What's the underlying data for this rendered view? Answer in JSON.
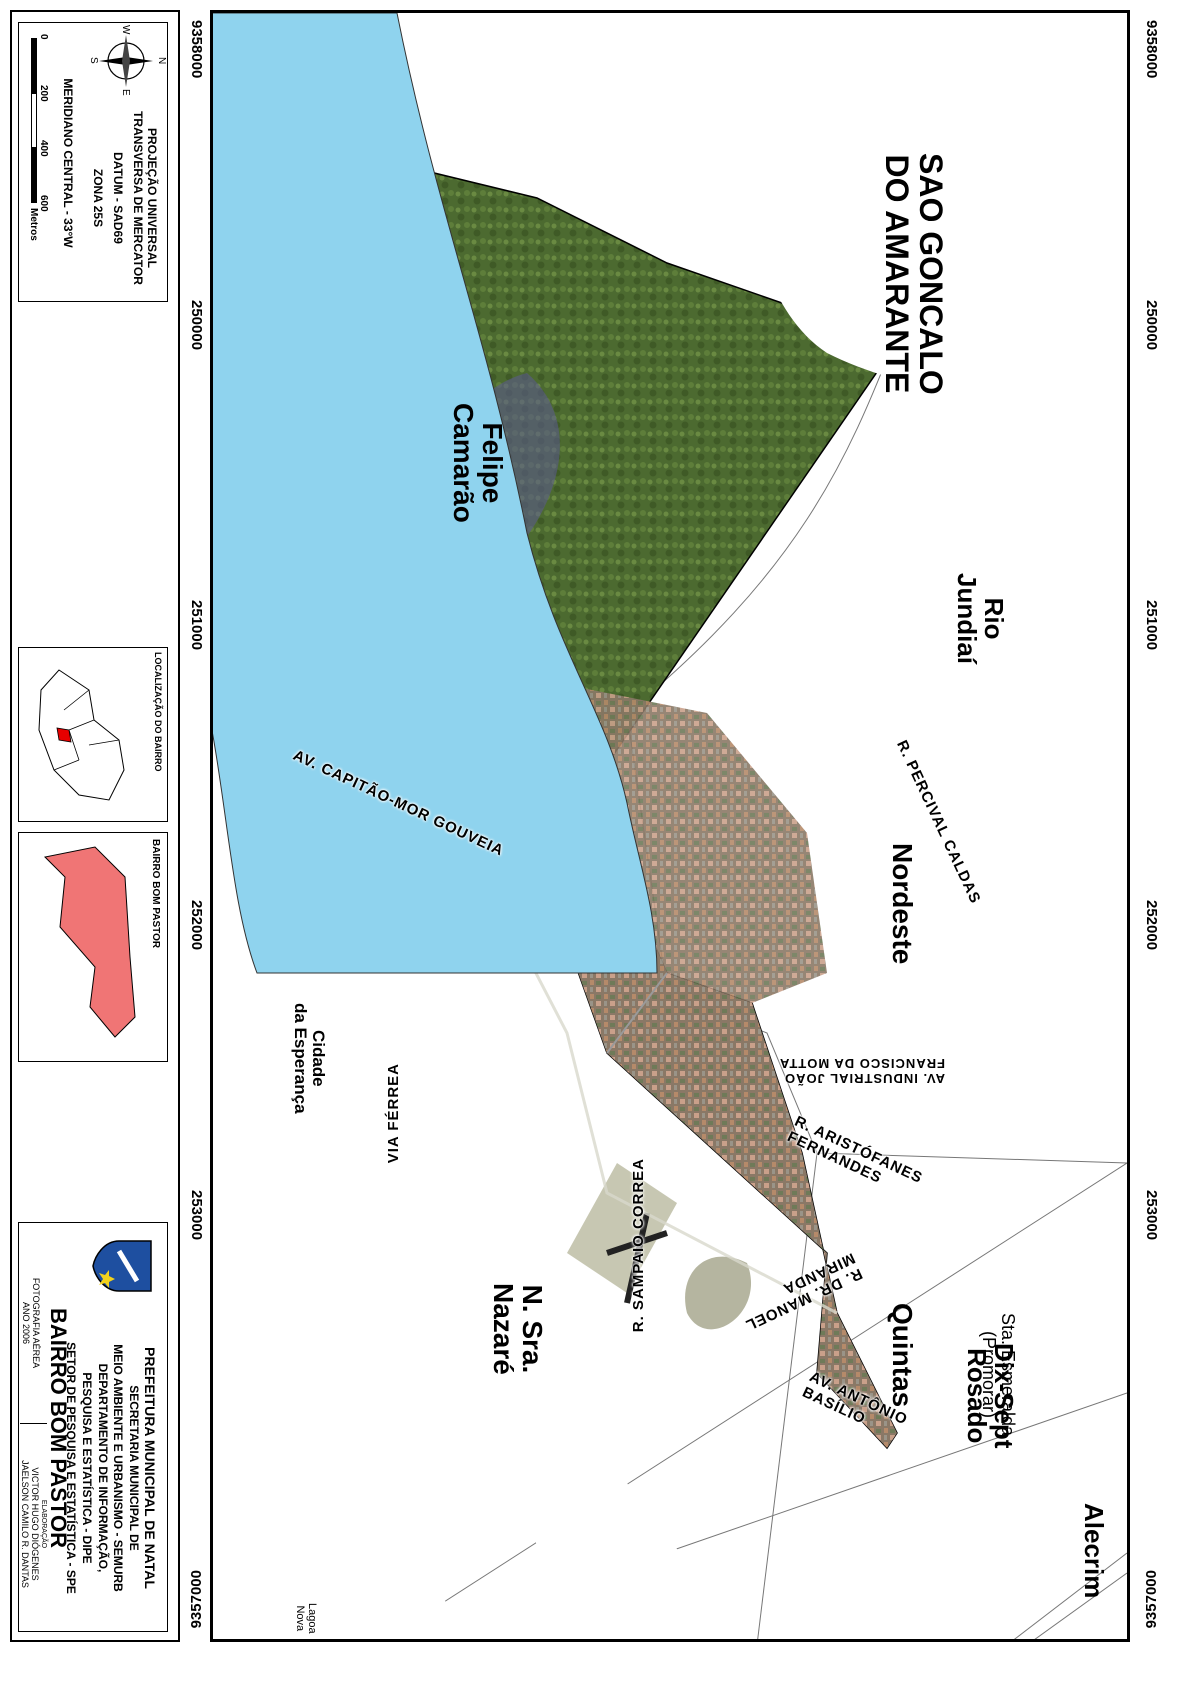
{
  "map": {
    "neighborhoods": {
      "alecrim": "Alecrim",
      "dix_sept_1": "Dix-Sept",
      "dix_sept_2": "Rosado",
      "quintas": "Quintas",
      "sta_esmeralda_1": "Sta. Esmeralda",
      "sta_esmeralda_2": "(Promorar)",
      "n_sra_1": "N. Sra.",
      "n_sra_2": "Nazaré",
      "nordeste": "Nordeste",
      "cidade_1": "Cidade",
      "cidade_2": "da Esperança",
      "lagoa_1": "Lagoa",
      "lagoa_2": "Nova",
      "rio_1": "Rio",
      "rio_2": "Jundiaí",
      "felipe_1": "Felipe",
      "felipe_2": "Camarão",
      "sao_1": "SAO GONCALO",
      "sao_2": "DO AMARANTE"
    },
    "streets": {
      "antonio_1": "AV. ANTÔNIO",
      "antonio_2": "BASÍLIO",
      "manoel_1": "R. DR. MANOEL",
      "manoel_2": "MIRANDA",
      "aristofanes_1": "R. ARISTÓFANES",
      "aristofanes_2": "FERNANDES",
      "industrial_1": "AV. INDUSTRIAL JOÃO",
      "industrial_2": "FRANCISCO DA MOTTA",
      "sampaio": "R. SAMPAIO CORREA",
      "via_ferrea": "VIA FÉRREA",
      "percival": "R. PERCIVAL CALDAS",
      "capitao": "AV. CAPITÃO-MOR GOUVEIA"
    },
    "coords_top": [
      "9358000",
      "9357000"
    ],
    "coords_bottom": [
      "9358000",
      "9357000"
    ],
    "coords_left": [
      "253000",
      "252000",
      "251000",
      "250000"
    ],
    "coords_right": [
      "253000",
      "252000",
      "251000",
      "250000"
    ]
  },
  "legend": {
    "institution": {
      "line1": "PREFEITURA MUNICIPAL DE NATAL",
      "line2": "SECRETARIA MUNICIPAL DE",
      "line3": "MEIO AMBIENTE E URBANISMO - SEMURB",
      "line4": "DEPARTAMENTO DE INFORMAÇÃO,",
      "line5": "PESQUISA E ESTATÍSTICA - DIPE",
      "line6": "SETOR DE PESQUISA E ESTATÍSTICA - SPE"
    },
    "title": "BAIRRO BOM PASTOR",
    "photo_1": "FOTOGRAFIA AÉREA",
    "photo_2": "ANO 2006",
    "credits_label": "ELABORAÇÃO",
    "credits_1": "VICTOR HUGO DIÓGENES",
    "credits_2": "JAELSON CAMILO R. DANTAS",
    "inset_label": "BAIRRO BOM PASTOR",
    "location_label": "LOCALIZAÇÃO DO BAIRRO",
    "projection": {
      "line1": "PROJEÇÃO UNIVERSAL",
      "line2": "TRANSVERSA DE MERCATOR",
      "line3": "DATUM - SAD69",
      "line4": "ZONA 25S",
      "line5": "MERIDIANO CENTRAL - 33°W"
    },
    "compass": {
      "n": "N",
      "s": "S",
      "e": "E",
      "w": "W"
    },
    "scale_ticks": [
      "0",
      "200",
      "400",
      "600"
    ],
    "scale_unit": "Metros"
  },
  "colors": {
    "river": "#8fd3ee",
    "neighborhood_fill": "#ffffff",
    "highlight": "#f07575",
    "vegetation": "#4f6a2e",
    "urban": "#8d7762"
  }
}
